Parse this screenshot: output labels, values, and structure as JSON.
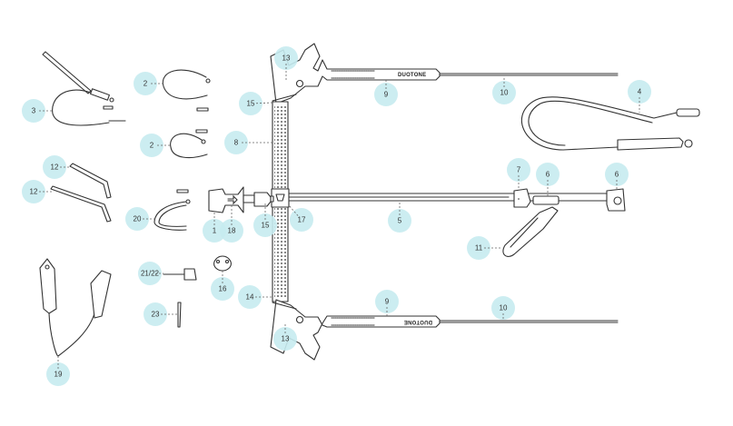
{
  "diagram": {
    "brand_text": "DUOTONE",
    "accent_color": "#c6ebf0",
    "callouts": [
      "13",
      "9",
      "10",
      "4",
      "15",
      "8",
      "2",
      "2",
      "3",
      "12",
      "12",
      "20",
      "1",
      "18",
      "15",
      "17",
      "5",
      "7",
      "6",
      "6",
      "11",
      "21/22",
      "16",
      "14",
      "9",
      "10",
      "13",
      "23",
      "19"
    ]
  }
}
